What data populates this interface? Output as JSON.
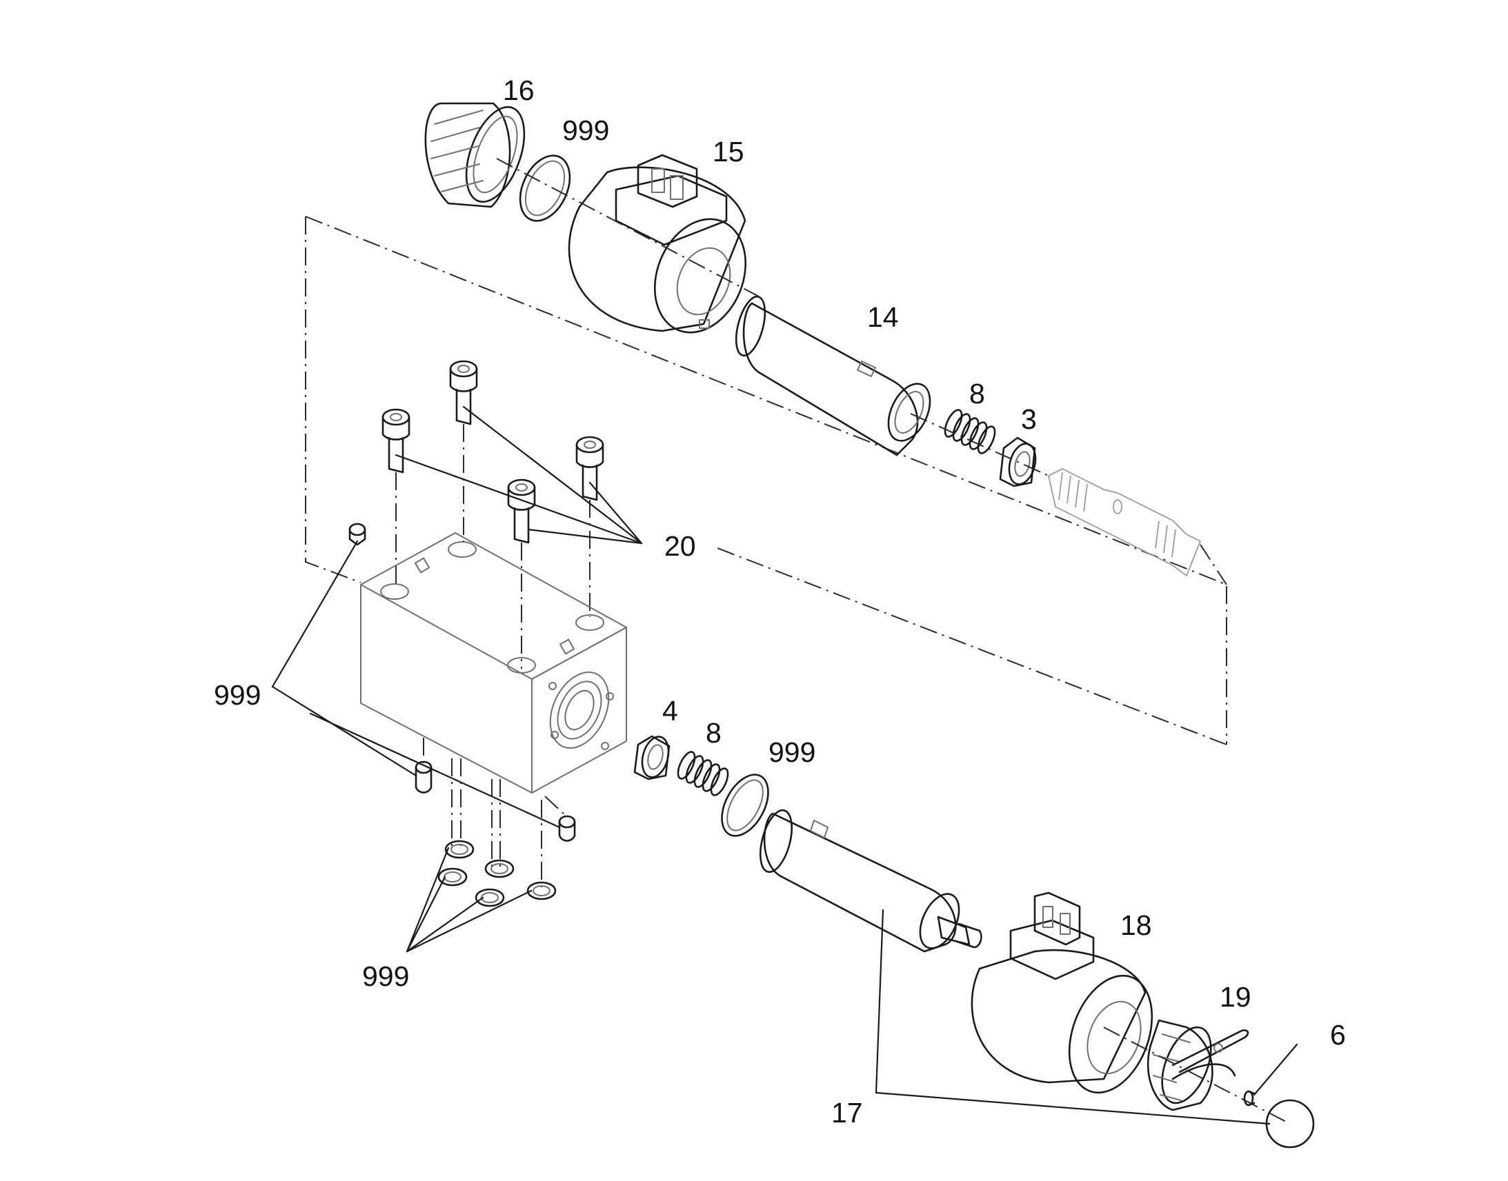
{
  "callouts": {
    "c16": "16",
    "c999_ring": "999",
    "c15": "15",
    "c14": "14",
    "c8_top": "8",
    "c3": "3",
    "c20": "20",
    "c999_left": "999",
    "c4": "4",
    "c8_bottom": "8",
    "c999_bottom_ring": "999",
    "c18": "18",
    "c19": "19",
    "c6": "6",
    "c999_seals": "999",
    "c17": "17"
  },
  "colors": {
    "line": "#1a1a1a",
    "part_outline": "#6f6f6f",
    "background": "#ffffff"
  }
}
